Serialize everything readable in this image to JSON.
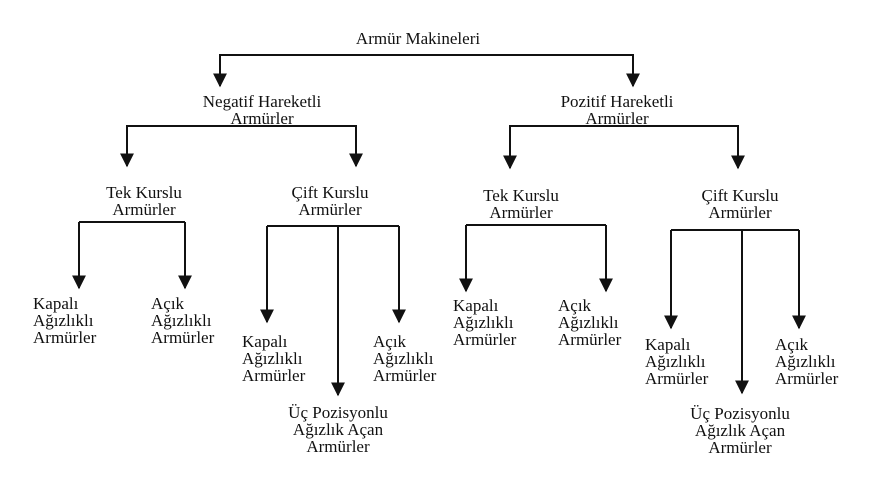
{
  "root": {
    "label": "Armür Makineleri"
  },
  "negative": {
    "label": [
      "Negatif  Hareketli",
      "Armürler"
    ],
    "single": {
      "label": [
        "Tek Kurslu",
        "Armürler"
      ],
      "closed": [
        "Kapalı",
        "Ağızlıklı",
        "Armürler"
      ],
      "open": [
        "Açık",
        "Ağızlıklı",
        "Armürler"
      ]
    },
    "double": {
      "label": [
        "Çift Kurslu",
        "Armürler"
      ],
      "closed": [
        "Kapalı",
        "Ağızlıklı",
        "Armürler"
      ],
      "open": [
        "Açık",
        "Ağızlıklı",
        "Armürler"
      ],
      "three": [
        "Üç Pozisyonlu",
        "Ağızlık Açan",
        "Armürler"
      ]
    }
  },
  "positive": {
    "label": [
      "Pozitif  Hareketli",
      "Armürler"
    ],
    "single": {
      "label": [
        "Tek Kurslu",
        "Armürler"
      ],
      "closed": [
        "Kapalı",
        "Ağızlıklı",
        "Armürler"
      ],
      "open": [
        "Açık",
        "Ağızlıklı",
        "Armürler"
      ]
    },
    "double": {
      "label": [
        "Çift Kurslu",
        "Armürler"
      ],
      "closed": [
        "Kapalı",
        "Ağızlıklı",
        "Armürler"
      ],
      "open": [
        "Açık",
        "Ağızlıklı",
        "Armürler"
      ],
      "three": [
        "Üç Pozisyonlu",
        "Ağızlık Açan",
        "Armürler"
      ]
    }
  }
}
